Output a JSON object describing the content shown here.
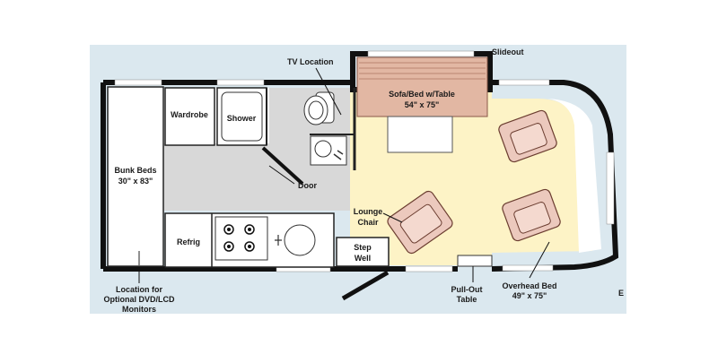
{
  "colors": {
    "panel_background": "#dbe8ef",
    "floor_gray": "#d8d8d8",
    "living_yellow": "#fdf3c6",
    "sofa_fill": "#e2b7a3",
    "chair_fill": "#ecc9bd",
    "wall": "#111111"
  },
  "labels": {
    "tv_location": "TV Location",
    "slideout": "Slideout",
    "sofa_line1": "Sofa/Bed w/Table",
    "sofa_line2": "54\" x 75\"",
    "wardrobe": "Wardrobe",
    "shower": "Shower",
    "bunk_line1": "Bunk Beds",
    "bunk_line2": "30\" x 83\"",
    "door": "Door",
    "lounge_line1": "Lounge",
    "lounge_line2": "Chair",
    "refrig": "Refrig",
    "step_line1": "Step",
    "step_line2": "Well",
    "location_line1": "Location for",
    "location_line2": "Optional DVD/LCD",
    "location_line3": "Monitors",
    "pullout_line1": "Pull-Out",
    "pullout_line2": "Table",
    "overhead_line1": "Overhead Bed",
    "overhead_line2": "49\" x 75\"",
    "corner_mark": "E"
  },
  "icons": [
    "toilet-icon",
    "sink-icon",
    "stove-burner-icon",
    "kitchen-sink-icon",
    "lounge-chair-icon",
    "cab-seat-icon"
  ]
}
